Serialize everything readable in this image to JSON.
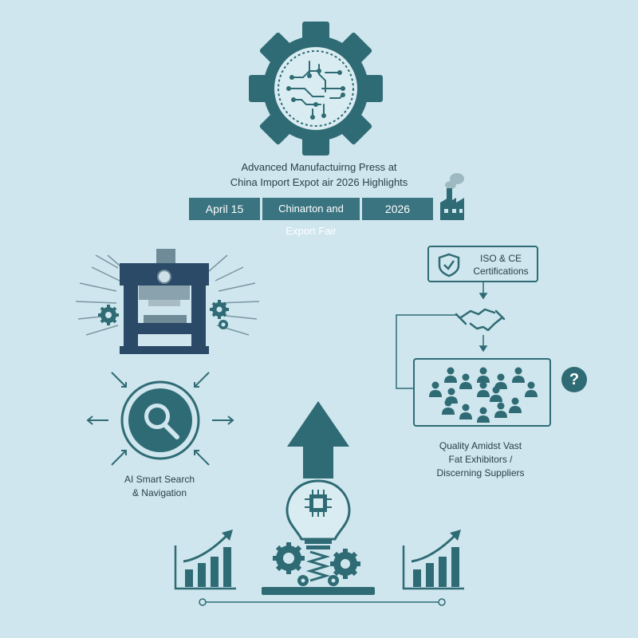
{
  "title": {
    "line1": "Advanced Manufactuirng Press at",
    "line2": "China Import Expot air 2026 Highlights"
  },
  "banner": {
    "date": "April 15",
    "fair": "Chinarton and Export Fair",
    "year": "2026"
  },
  "certification": {
    "line1": "ISO & CE",
    "line2": "Certifications"
  },
  "quality_caption": {
    "line1": "Quality Amidst Vast",
    "line2": "Fat Exhibitors /",
    "line3": "Discerning Suppliers"
  },
  "search_caption": {
    "line1": "AI Smart Search",
    "line2": "& Navigation"
  },
  "help_symbol": "?",
  "colors": {
    "background": "#cfe6ee",
    "primary": "#2f6b74",
    "dark": "#2a4a68",
    "banner": "#3a7480"
  },
  "icons": [
    "gear-circuit-icon",
    "factory-icon",
    "hydraulic-press-icon",
    "search-icon",
    "shield-check-icon",
    "handshake-icon",
    "people-group-icon",
    "question-icon",
    "lightbulb-chip-icon",
    "up-arrow-icon",
    "growth-chart-icon"
  ]
}
